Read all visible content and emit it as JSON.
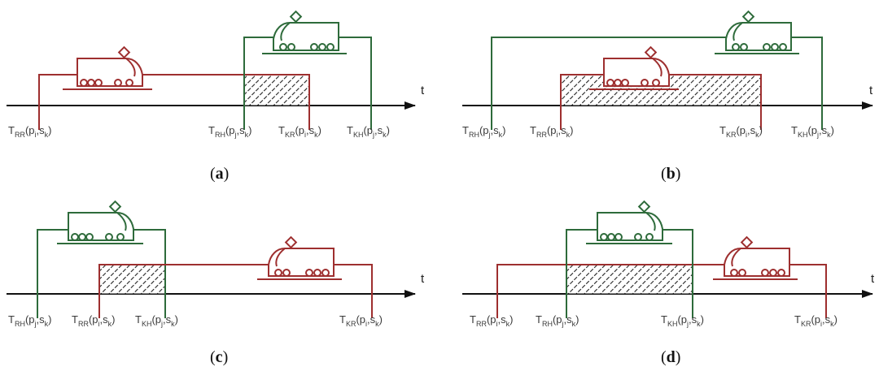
{
  "axis_label": "t",
  "colors": {
    "red_train": "#9e2f2f",
    "green_train": "#2e6b3b",
    "axis": "#111111",
    "hatch": "#222222"
  },
  "panels": [
    {
      "id": "a",
      "caption": {
        "open": "(",
        "letter": "a",
        "close": ")"
      },
      "labels": [
        {
          "main": "T",
          "sub": "RR",
          "args": "(p",
          "sub2": "i",
          "rest": ",s",
          "sub3": "k",
          "end": ")"
        },
        {
          "main": "T",
          "sub": "RH",
          "args": "(p",
          "sub2": "j",
          "rest": ",s",
          "sub3": "k",
          "end": ")"
        },
        {
          "main": "T",
          "sub": "KR",
          "args": "(p",
          "sub2": "i",
          "rest": ",s",
          "sub3": "k",
          "end": ")"
        },
        {
          "main": "T",
          "sub": "KH",
          "args": "(p",
          "sub2": "j",
          "rest": ",s",
          "sub3": "k",
          "end": ")"
        }
      ]
    },
    {
      "id": "b",
      "caption": {
        "open": "(",
        "letter": "b",
        "close": ")"
      },
      "labels": [
        {
          "main": "T",
          "sub": "RH",
          "args": "(p",
          "sub2": "j",
          "rest": ",s",
          "sub3": "k",
          "end": ")"
        },
        {
          "main": "T",
          "sub": "RR",
          "args": "(p",
          "sub2": "i",
          "rest": ",s",
          "sub3": "k",
          "end": ")"
        },
        {
          "main": "T",
          "sub": "KR",
          "args": "(p",
          "sub2": "i",
          "rest": ",s",
          "sub3": "k",
          "end": ")"
        },
        {
          "main": "T",
          "sub": "KH",
          "args": "(p",
          "sub2": "j",
          "rest": ",s",
          "sub3": "k",
          "end": ")"
        }
      ]
    },
    {
      "id": "c",
      "caption": {
        "open": "(",
        "letter": "c",
        "close": ")"
      },
      "labels": [
        {
          "main": "T",
          "sub": "RH",
          "args": "(p",
          "sub2": "j",
          "rest": ",s",
          "sub3": "k",
          "end": ")"
        },
        {
          "main": "T",
          "sub": "RR",
          "args": "(p",
          "sub2": "i",
          "rest": ",s",
          "sub3": "k",
          "end": ")"
        },
        {
          "main": "T",
          "sub": "KH",
          "args": "(p",
          "sub2": "j",
          "rest": ",s",
          "sub3": "k",
          "end": ")"
        },
        {
          "main": "T",
          "sub": "KR",
          "args": "(p",
          "sub2": "i",
          "rest": ",s",
          "sub3": "k",
          "end": ")"
        }
      ]
    },
    {
      "id": "d",
      "caption": {
        "open": "(",
        "letter": "d",
        "close": ")"
      },
      "labels": [
        {
          "main": "T",
          "sub": "RR",
          "args": "(p",
          "sub2": "i",
          "rest": ",s",
          "sub3": "k",
          "end": ")"
        },
        {
          "main": "T",
          "sub": "RH",
          "args": "(p",
          "sub2": "j",
          "rest": ",s",
          "sub3": "k",
          "end": ")"
        },
        {
          "main": "T",
          "sub": "KH",
          "args": "(p",
          "sub2": "j",
          "rest": ",s",
          "sub3": "k",
          "end": ")"
        },
        {
          "main": "T",
          "sub": "KR",
          "args": "(p",
          "sub2": "i",
          "rest": ",s",
          "sub3": "k",
          "end": ")"
        }
      ]
    }
  ]
}
